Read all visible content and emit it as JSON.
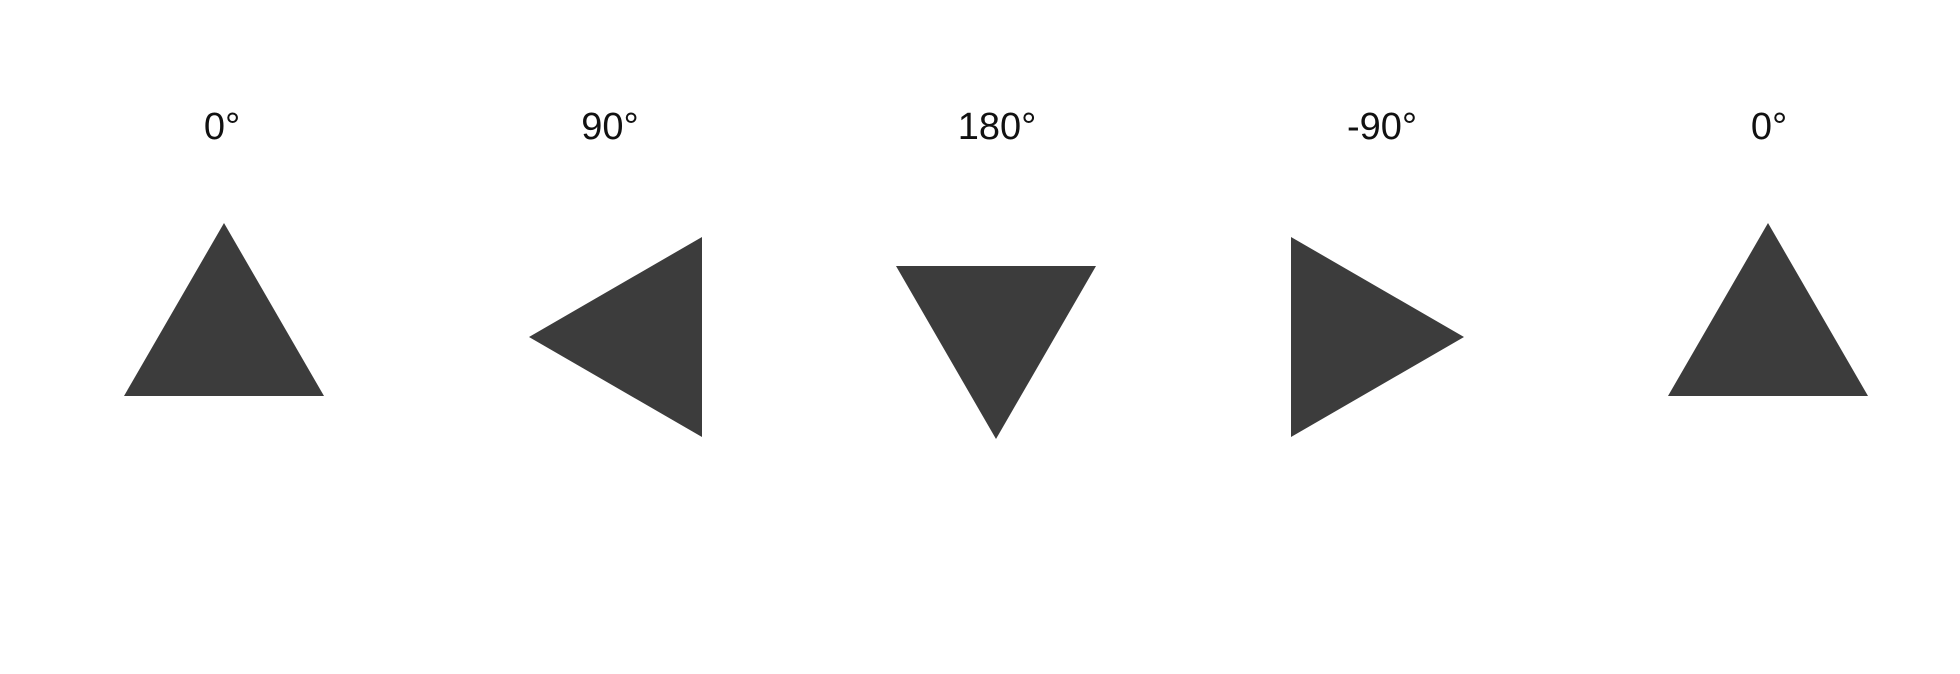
{
  "colors": {
    "background": "#ffffff",
    "shape_fill": "#3c3c3c",
    "label_text": "#111111"
  },
  "items": [
    {
      "label": "0°",
      "rotation_degrees": 0
    },
    {
      "label": "90°",
      "rotation_degrees": 90
    },
    {
      "label": "180°",
      "rotation_degrees": 180
    },
    {
      "label": "-90°",
      "rotation_degrees": -90
    },
    {
      "label": "0°",
      "rotation_degrees": 0
    }
  ]
}
